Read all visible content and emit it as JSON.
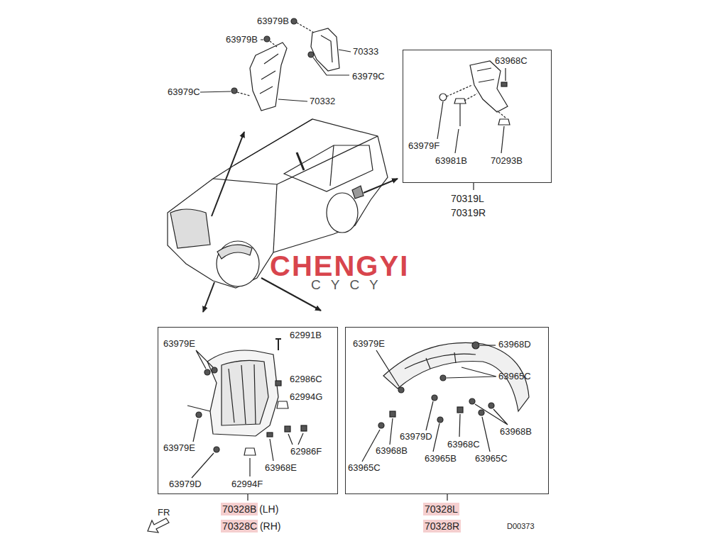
{
  "diagram": {
    "nodes": [
      {
        "text": [
          "70319L",
          "70319R"
        ]
      },
      {
        "text": [
          "70328B (LH)",
          "70328C (RH)"
        ]
      },
      {
        "text": [
          "70328L",
          "70328R"
        ]
      }
    ],
    "labels": [
      "63979B",
      "63979B",
      "70333",
      "63979C",
      "63979C",
      "70332",
      "63968C",
      "63979F",
      "63981B",
      "70293B",
      "CHENGYI",
      "CYCY",
      "63979E",
      "62991B",
      "62986C",
      "62994G",
      "62986F",
      "63979E",
      "63968E",
      "63979D",
      "62994F",
      "63979E",
      "63968D",
      "63965C",
      "63968B",
      "63979D",
      "63968B",
      "63968C",
      "63965B",
      "63965C",
      "63965C",
      "FR",
      "D00373"
    ]
  }
}
